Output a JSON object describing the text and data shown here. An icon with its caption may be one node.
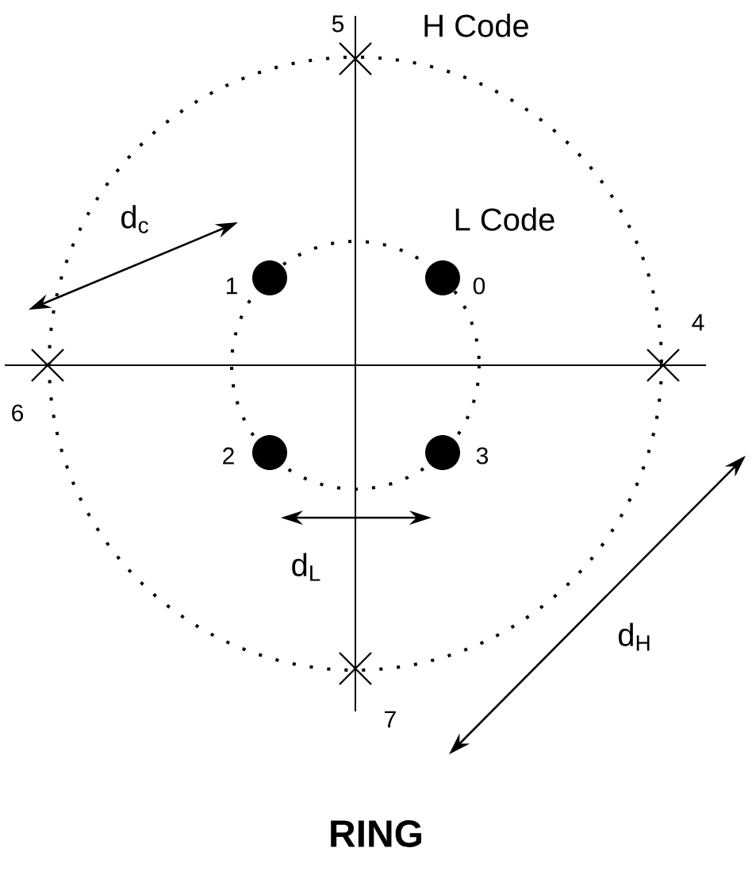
{
  "diagram": {
    "caption": "RING",
    "labels": [
      "5",
      "H Code",
      "d$_{c}$",
      "L Code",
      "1",
      "0",
      "4",
      "6",
      "2",
      "3",
      "d$_{L}$",
      "d$_{H}$",
      "7"
    ]
  }
}
